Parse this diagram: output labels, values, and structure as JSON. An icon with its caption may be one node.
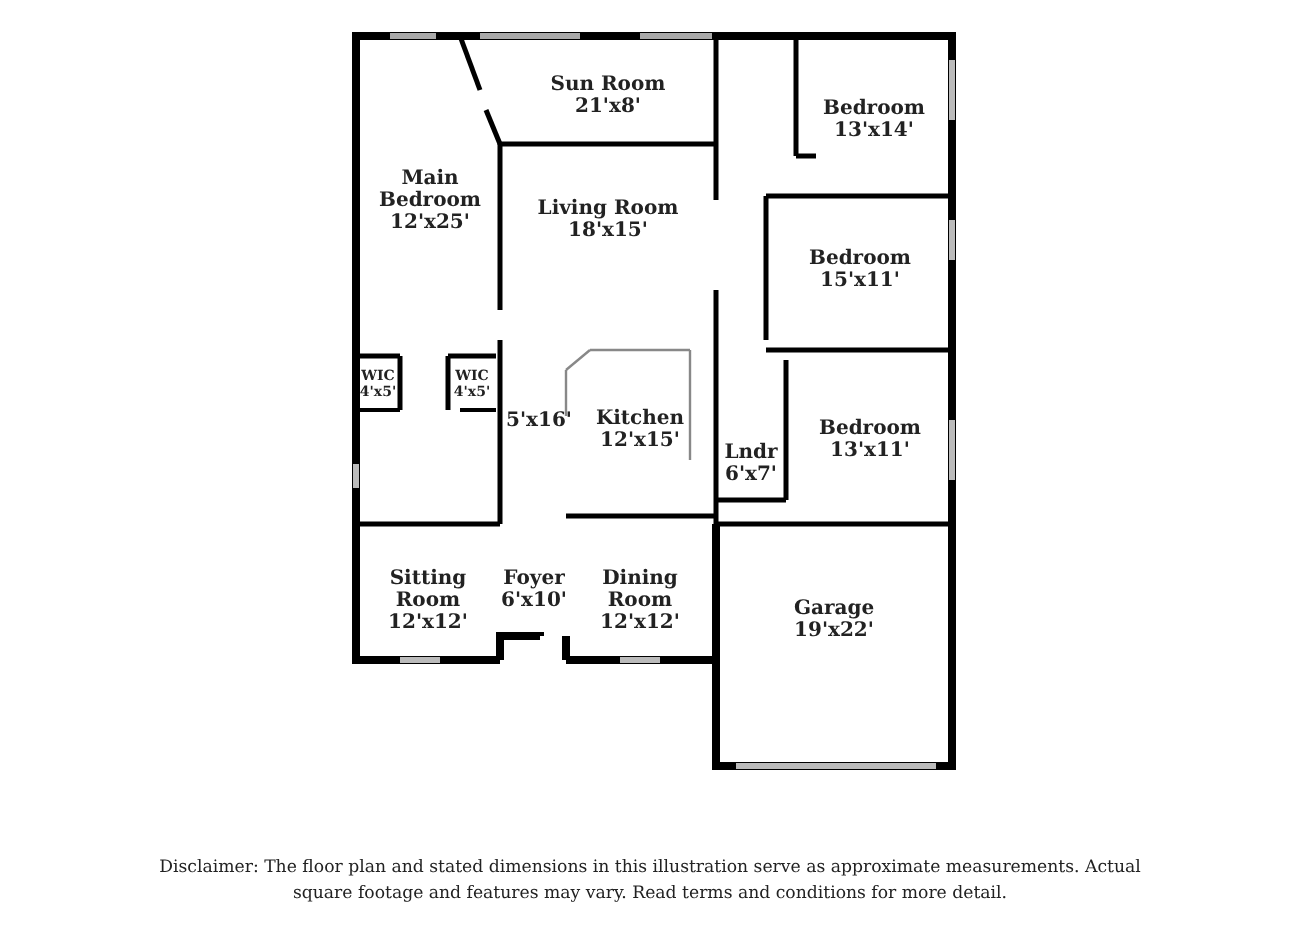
{
  "diagram": {
    "nodes": [
      {
        "text": [
          "Main Bedroom",
          "12'x25'"
        ]
      },
      {
        "text": [
          "Sun Room",
          "21'x8'"
        ]
      },
      {
        "text": [
          "Bedroom",
          "13'x14'"
        ]
      },
      {
        "text": [
          "Living Room",
          "18'x15'"
        ]
      },
      {
        "text": [
          "Bedroom",
          "15'x11'"
        ]
      },
      {
        "text": [
          "WIC",
          "4'x5'"
        ]
      },
      {
        "text": [
          "WIC",
          "4'x5'"
        ]
      },
      {
        "text": [
          "Kitchen",
          "12'x15'"
        ]
      },
      {
        "text": [
          "Lndr",
          "6'x7'"
        ]
      },
      {
        "text": [
          "Bedroom",
          "13'x11'"
        ]
      },
      {
        "text": [
          "Sitting Room",
          "12'x12'"
        ]
      },
      {
        "text": [
          "Foyer",
          "6'x10'"
        ]
      },
      {
        "text": [
          "Dining Room",
          "12'x12'"
        ]
      },
      {
        "text": [
          "Garage",
          "19'x22'"
        ]
      }
    ],
    "edges": [],
    "labels": [
      "5'x16'",
      "Disclaimer: The floor plan and stated dimensions in this illustration serve as approximate measurements. Actual square footage and features may vary. Read terms and conditions for more detail."
    ]
  }
}
